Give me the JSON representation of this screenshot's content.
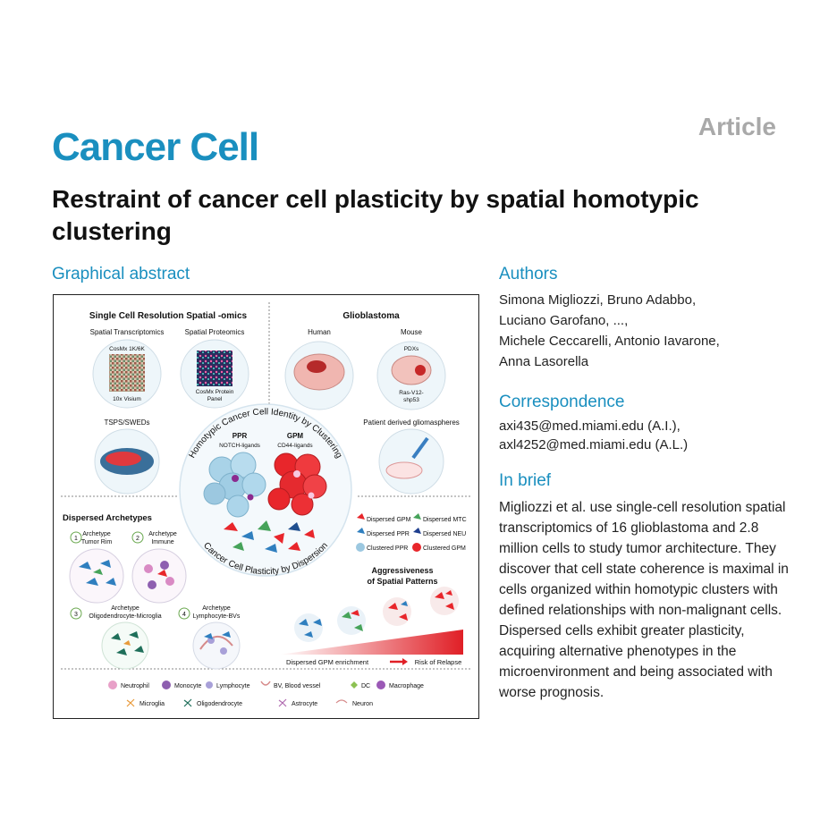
{
  "header": {
    "article_label": "Article",
    "journal": "Cancer Cell",
    "title": "Restraint of cancer cell plasticity by spatial homotypic clustering"
  },
  "graphical_abstract": {
    "heading": "Graphical abstract",
    "left_panel_title": "Single Cell Resolution Spatial -omics",
    "spatial_transcriptomics": "Spatial Transcriptomics",
    "spatial_proteomics": "Spatial Proteomics",
    "cosmx_1k6k": "CosMx 1K/6K",
    "visium": "10x Visium",
    "cosmx_protein": "CosMx Protein",
    "panel": "Panel",
    "right_panel_title": "Glioblastoma",
    "human": "Human",
    "mouse": "Mouse",
    "pdxs": "PDXs",
    "ras": "Ras-V12-",
    "shp53": "shp53",
    "tsps": "TSPS/SWEDs",
    "gliomaspheres": "Patient derived gliomaspheres",
    "arc_top": "Homotypic Cancer Cell Identity by Clustering",
    "arc_bottom": "Cancer Cell Plasticity by Dispersion",
    "ppr": "PPR",
    "notch": "NOTCH-ligands",
    "gpm": "GPM",
    "cd44": "CD44-ligands",
    "legend_dispersed_gpm": "Dispersed GPM",
    "legend_dispersed_mtc": "Dispersed MTC",
    "legend_dispersed_ppr": "Dispersed PPR",
    "legend_dispersed_neu": "Dispersed NEU",
    "legend_clustered_ppr": "Clustered PPR",
    "legend_clustered_gpm": "Clustered GPM",
    "dispersed_archetypes": "Dispersed Archetypes",
    "arch1_num": "1",
    "arch1_a": "Archetype",
    "arch1_b": "Tumor Rim",
    "arch2_num": "2",
    "arch2_a": "Archetype",
    "arch2_b": "Immune",
    "arch3_num": "3",
    "arch3_a": "Archetype",
    "arch3_b": "Oligodendrocyte-Microglia",
    "arch4_num": "4",
    "arch4_a": "Archetype",
    "arch4_b": "Lymphocyte-BVs",
    "aggr_1": "Aggressiveness",
    "aggr_2": "of Spatial Patterns",
    "enrichment": "Dispersed GPM enrichment",
    "relapse": "Risk of Relapse",
    "legend_neutrophil": "Neutrophil",
    "legend_monocyte": "Monocyte",
    "legend_lymphocyte": "Lymphocyte",
    "legend_bv": "BV, Blood vessel",
    "legend_dc": "DC",
    "legend_macrophage": "Macrophage",
    "legend_microglia": "Microglia",
    "legend_oligodendrocyte": "Oligodendrocyte",
    "legend_astrocyte": "Astrocyte",
    "legend_neuron": "Neuron"
  },
  "authors": {
    "heading": "Authors",
    "line1": "Simona Migliozzi, Bruno Adabbo,",
    "line2": "Luciano Garofano, ...,",
    "line3": "Michele Ceccarelli, Antonio Iavarone,",
    "line4": "Anna Lasorella"
  },
  "correspondence": {
    "heading": "Correspondence",
    "line1": "axi435@med.miami.edu (A.I.),",
    "line2": "axl4252@med.miami.edu (A.L.)"
  },
  "in_brief": {
    "heading": "In brief",
    "text": "Migliozzi et al. use single-cell resolution spatial transcriptomics of 16 glioblastoma and 2.8 million cells to study tumor architecture. They discover that cell state coherence is maximal in cells organized within homotypic clusters with defined relationships with non-malignant cells. Dispersed cells exhibit greater plasticity, acquiring alternative phenotypes in the microenvironment and being associated with worse prognosis."
  },
  "colors": {
    "journal_blue": "#1a8fbf",
    "article_gray": "#a9a9a9",
    "gpm_red": "#e8262b",
    "ppr_blue": "#9cc8e0"
  }
}
